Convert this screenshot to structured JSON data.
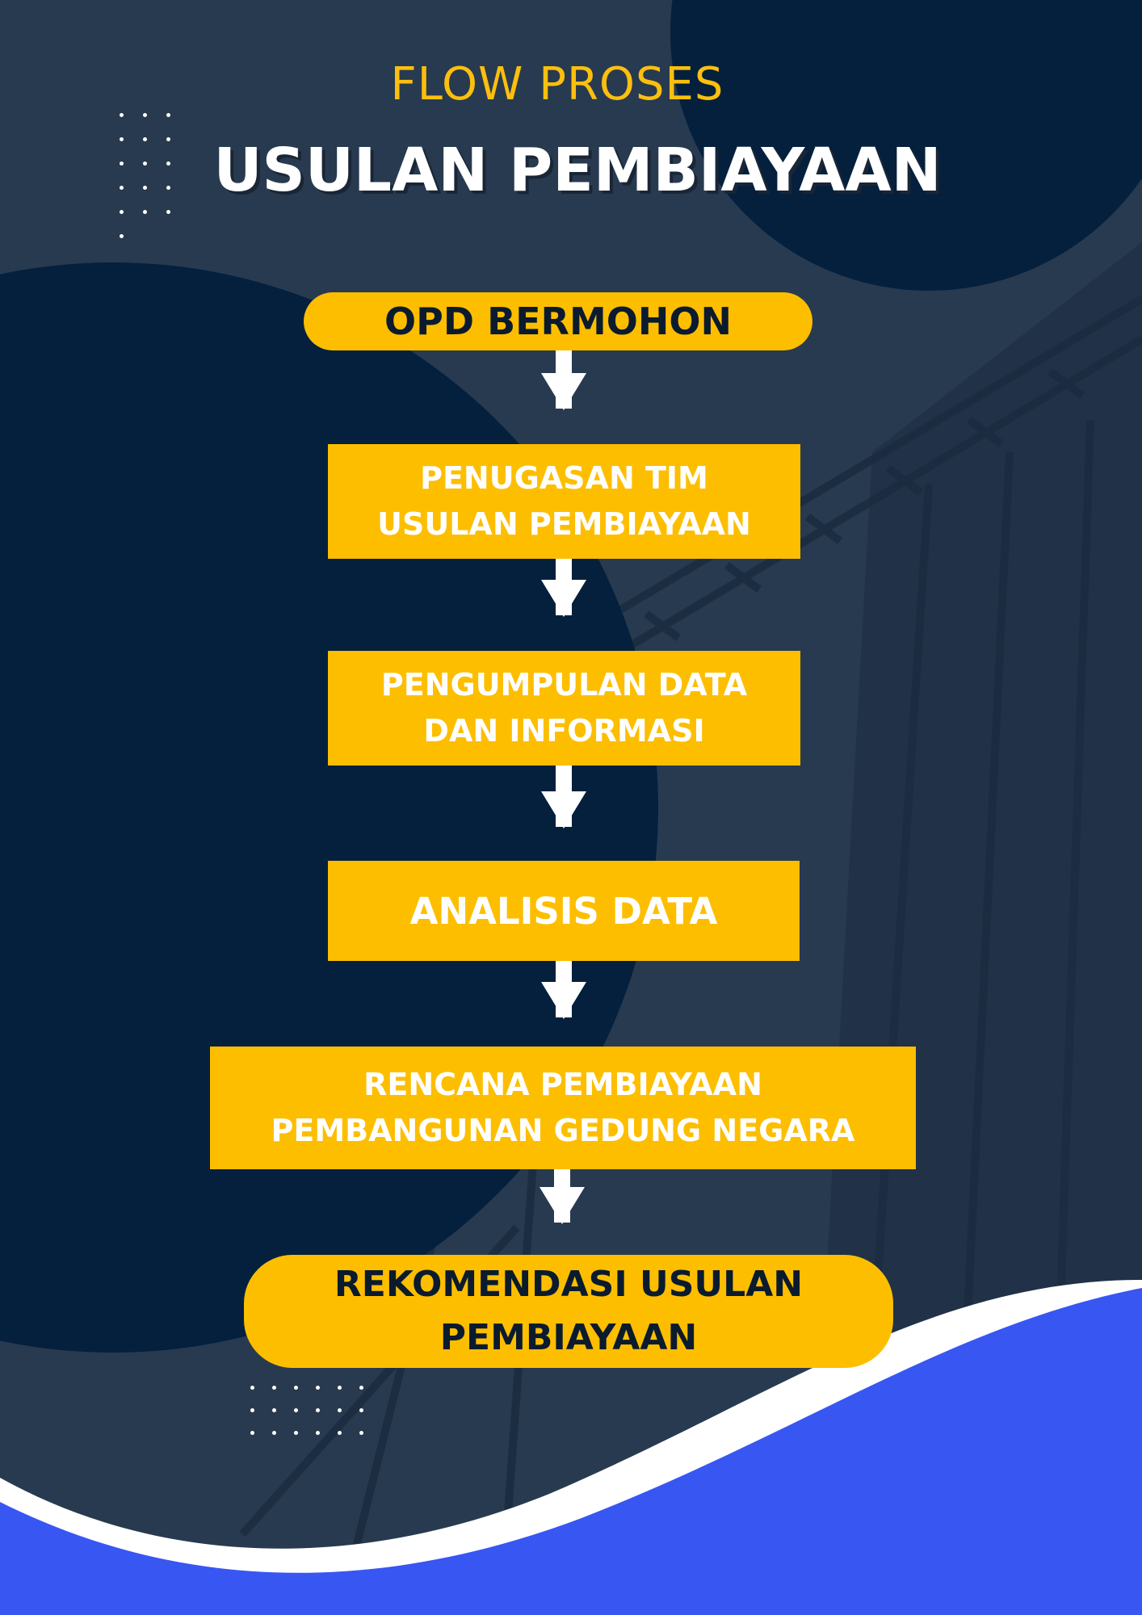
{
  "header": {
    "kicker": "FLOW PROSES",
    "title": "USULAN PEMBIAYAAN"
  },
  "flow": {
    "steps": [
      {
        "label": "OPD BERMOHON",
        "shape": "pill"
      },
      {
        "label": "PENUGASAN TIM\nUSULAN PEMBIAYAAN",
        "shape": "box"
      },
      {
        "label": "PENGUMPULAN DATA\nDAN INFORMASI",
        "shape": "box"
      },
      {
        "label": "ANALISIS DATA",
        "shape": "box"
      },
      {
        "label": "RENCANA PEMBIAYAAN\nPEMBANGUNAN GEDUNG NEGARA",
        "shape": "box"
      },
      {
        "label": "REKOMENDASI USULAN\nPEMBIAYAAN",
        "shape": "pill"
      }
    ]
  },
  "colors": {
    "background": "#283a4f",
    "dark_circle": "#04203d",
    "step_fill": "#fdbe00",
    "kicker_text": "#fbbf0e",
    "wave_blue": "#3856f2",
    "arrow": "#ffffff"
  }
}
